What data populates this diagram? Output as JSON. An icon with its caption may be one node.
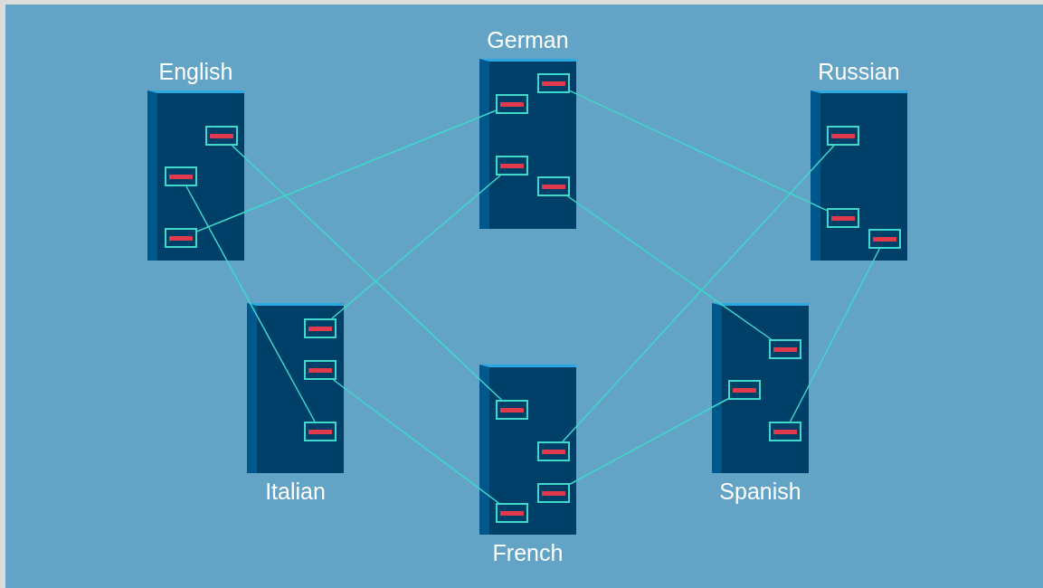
{
  "diagram": {
    "nodes": [
      {
        "text": [
          "English"
        ]
      },
      {
        "text": [],
        "shape": "box",
        "in": 0
      },
      {
        "text": [],
        "shape": "box",
        "in": 0
      },
      {
        "text": [],
        "shape": "box",
        "in": 0
      },
      {
        "text": [
          "German"
        ]
      },
      {
        "text": [],
        "shape": "box",
        "in": 4
      },
      {
        "text": [],
        "shape": "box",
        "in": 4
      },
      {
        "text": [],
        "shape": "box",
        "in": 4
      },
      {
        "text": [],
        "shape": "box",
        "in": 4
      },
      {
        "text": [
          "Russian"
        ]
      },
      {
        "text": [],
        "shape": "box",
        "in": 9
      },
      {
        "text": [],
        "shape": "box",
        "in": 9
      },
      {
        "text": [],
        "shape": "box",
        "in": 9
      },
      {
        "text": [
          "Italian"
        ]
      },
      {
        "text": [],
        "shape": "box",
        "in": 13
      },
      {
        "text": [],
        "shape": "box",
        "in": 13
      },
      {
        "text": [],
        "shape": "box",
        "in": 13
      },
      {
        "text": [
          "French"
        ]
      },
      {
        "text": [],
        "shape": "box",
        "in": 17
      },
      {
        "text": [],
        "shape": "box",
        "in": 17
      },
      {
        "text": [],
        "shape": "box",
        "in": 17
      },
      {
        "text": [],
        "shape": "box",
        "in": 17
      },
      {
        "text": [
          "Spanish"
        ]
      },
      {
        "text": [],
        "shape": "box",
        "in": 22
      },
      {
        "text": [],
        "shape": "box",
        "in": 22
      },
      {
        "text": [],
        "shape": "box",
        "in": 22
      }
    ],
    "edges": [
      {
        "from": 1,
        "to": 18,
        "arrow": "none"
      },
      {
        "from": 2,
        "to": 16,
        "arrow": "none"
      },
      {
        "from": 3,
        "to": 6,
        "arrow": "none"
      },
      {
        "from": 5,
        "to": 11,
        "arrow": "none"
      },
      {
        "from": 7,
        "to": 14,
        "arrow": "none"
      },
      {
        "from": 8,
        "to": 23,
        "arrow": "none"
      },
      {
        "from": 10,
        "to": 19,
        "arrow": "none"
      },
      {
        "from": 12,
        "to": 25,
        "arrow": "none"
      },
      {
        "from": 15,
        "to": 21,
        "arrow": "none"
      },
      {
        "from": 24,
        "to": 20,
        "arrow": "none"
      }
    ]
  }
}
